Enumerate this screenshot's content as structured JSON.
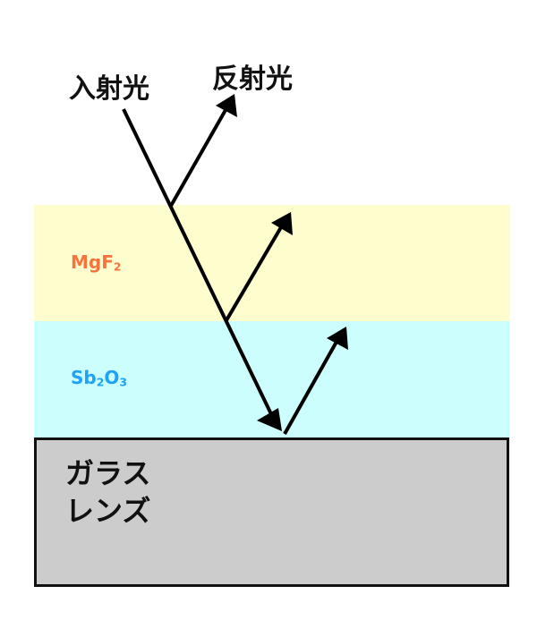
{
  "labels": {
    "incident_light": "入射光",
    "reflected_light": "反射光"
  },
  "layers": {
    "mgf2": {
      "main": "MgF",
      "sub": "2",
      "color": "#f7743f",
      "fill": "#fdfdcd"
    },
    "sb2o3": {
      "part1": "Sb",
      "sub1": "2",
      "part2": "O",
      "sub2": "3",
      "color": "#1ea3f7",
      "fill": "#cdfefe"
    },
    "glass": {
      "line1": "ガラス",
      "line2": "レンズ",
      "fill": "#cccccc"
    }
  },
  "colors": {
    "ray": "#000000",
    "border": "#111111"
  }
}
